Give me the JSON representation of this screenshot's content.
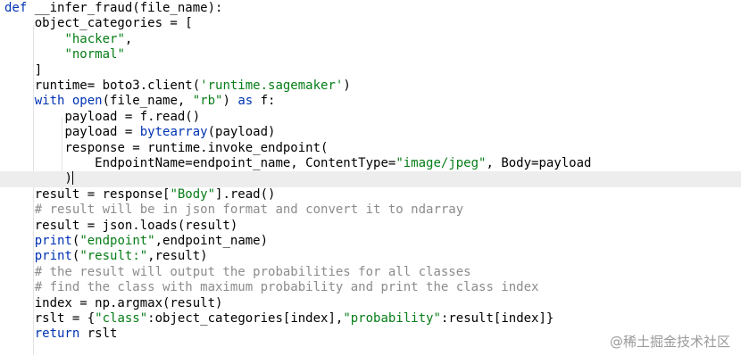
{
  "editor": {
    "lines": [
      {
        "indent": 0,
        "tokens": [
          {
            "t": "def ",
            "c": "kw"
          },
          {
            "t": "__infer_fraud(file_name):",
            "c": "ph"
          }
        ]
      },
      {
        "indent": 1,
        "tokens": [
          {
            "t": "object_categories = [",
            "c": "ph"
          }
        ]
      },
      {
        "indent": 2,
        "tokens": [
          {
            "t": "\"hacker\"",
            "c": "str"
          },
          {
            "t": ",",
            "c": "ph"
          }
        ]
      },
      {
        "indent": 2,
        "tokens": [
          {
            "t": "\"normal\"",
            "c": "str"
          }
        ]
      },
      {
        "indent": 1,
        "tokens": [
          {
            "t": "]",
            "c": "ph"
          }
        ]
      },
      {
        "indent": 1,
        "tokens": [
          {
            "t": "runtime= boto3.client(",
            "c": "ph"
          },
          {
            "t": "'runtime.sagemaker'",
            "c": "str"
          },
          {
            "t": ")",
            "c": "ph"
          }
        ]
      },
      {
        "indent": 1,
        "tokens": [
          {
            "t": "with ",
            "c": "kw"
          },
          {
            "t": "open",
            "c": "bi"
          },
          {
            "t": "(file_name, ",
            "c": "ph"
          },
          {
            "t": "\"rb\"",
            "c": "str"
          },
          {
            "t": ") ",
            "c": "ph"
          },
          {
            "t": "as ",
            "c": "kw"
          },
          {
            "t": "f:",
            "c": "ph"
          }
        ]
      },
      {
        "indent": 2,
        "tokens": [
          {
            "t": "payload = f.read()",
            "c": "ph"
          }
        ]
      },
      {
        "indent": 2,
        "tokens": [
          {
            "t": "payload = ",
            "c": "ph"
          },
          {
            "t": "bytearray",
            "c": "bi"
          },
          {
            "t": "(payload)",
            "c": "ph"
          }
        ]
      },
      {
        "indent": 2,
        "tokens": [
          {
            "t": "response = runtime.invoke_endpoint(",
            "c": "ph"
          }
        ]
      },
      {
        "indent": 3,
        "tokens": [
          {
            "t": "EndpointName=endpoint_name, ContentType=",
            "c": "ph"
          },
          {
            "t": "\"image/jpeg\"",
            "c": "str"
          },
          {
            "t": ", Body=payload",
            "c": "ph"
          }
        ]
      },
      {
        "indent": 2,
        "tokens": [
          {
            "t": ")",
            "c": "ph"
          }
        ],
        "current": true
      },
      {
        "indent": 1,
        "tokens": [
          {
            "t": "result = response[",
            "c": "ph"
          },
          {
            "t": "\"Body\"",
            "c": "str"
          },
          {
            "t": "].read()",
            "c": "ph"
          }
        ]
      },
      {
        "indent": 1,
        "tokens": [
          {
            "t": "# result will be in json format and convert it to ndarray",
            "c": "cm"
          }
        ]
      },
      {
        "indent": 1,
        "tokens": [
          {
            "t": "result = json.loads(result)",
            "c": "ph"
          }
        ]
      },
      {
        "indent": 1,
        "tokens": [
          {
            "t": "print",
            "c": "bi"
          },
          {
            "t": "(",
            "c": "ph"
          },
          {
            "t": "\"endpoint\"",
            "c": "str"
          },
          {
            "t": ",endpoint_name)",
            "c": "ph"
          }
        ]
      },
      {
        "indent": 1,
        "tokens": [
          {
            "t": "print",
            "c": "bi"
          },
          {
            "t": "(",
            "c": "ph"
          },
          {
            "t": "\"result:\"",
            "c": "str"
          },
          {
            "t": ",result)",
            "c": "ph"
          }
        ]
      },
      {
        "indent": 1,
        "tokens": [
          {
            "t": "# the result will output the probabilities for all classes",
            "c": "cm"
          }
        ]
      },
      {
        "indent": 1,
        "tokens": [
          {
            "t": "# find the class with maximum probability and print the class index",
            "c": "cm"
          }
        ]
      },
      {
        "indent": 1,
        "tokens": [
          {
            "t": "index = np.argmax(result)",
            "c": "ph"
          }
        ]
      },
      {
        "indent": 1,
        "tokens": [
          {
            "t": "rslt = {",
            "c": "ph"
          },
          {
            "t": "\"class\"",
            "c": "str"
          },
          {
            "t": ":object_categories[index],",
            "c": "ph"
          },
          {
            "t": "\"probability\"",
            "c": "str"
          },
          {
            "t": ":result[index]}",
            "c": "ph"
          }
        ]
      },
      {
        "indent": 1,
        "tokens": [
          {
            "t": "return ",
            "c": "kw"
          },
          {
            "t": "rslt",
            "c": "ph"
          }
        ]
      }
    ]
  },
  "watermark": {
    "text": "@稀土掘金技术社区"
  },
  "colors": {
    "keyword": "#0033b3",
    "string": "#067d17",
    "comment": "#8c8c8c",
    "current_line": "#ededed"
  }
}
